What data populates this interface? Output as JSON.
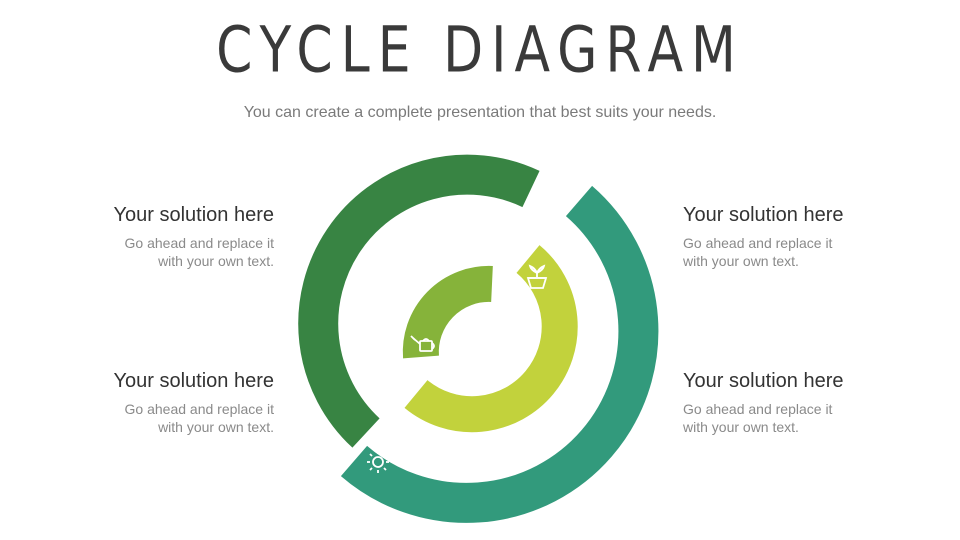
{
  "title": "CYCLE DIAGRAM",
  "subtitle": "You can create a complete presentation that best suits your needs.",
  "callouts": {
    "top_left": {
      "heading": "Your solution here",
      "line1": "Go ahead and replace it",
      "line2": "with your own text."
    },
    "bottom_left": {
      "heading": "Your solution here",
      "line1": "Go ahead and replace it",
      "line2": "with your own text."
    },
    "top_right": {
      "heading": "Your solution here",
      "line1": "Go ahead and replace it",
      "line2": "with your own text."
    },
    "bottom_right": {
      "heading": "Your solution here",
      "line1": "Go ahead and replace it",
      "line2": "with your own text."
    }
  },
  "colors": {
    "outer_dark_green": "#388443",
    "outer_teal": "#329a7c",
    "inner_green": "#86b33a",
    "inner_lime": "#c2d23c",
    "icon_white": "#ffffff"
  },
  "icons": {
    "outer_dark_green": "person-icon",
    "outer_teal": "sun-icon",
    "inner_green": "watering-can-icon",
    "inner_lime": "plant-pot-icon"
  }
}
